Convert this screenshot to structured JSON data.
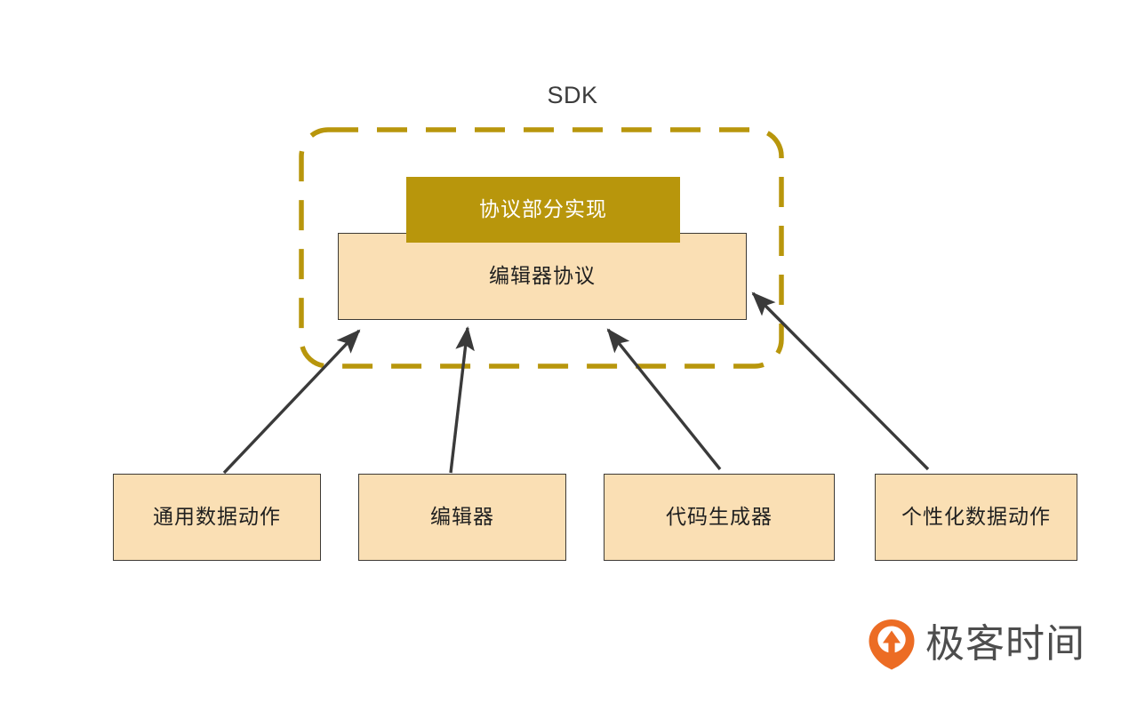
{
  "diagram": {
    "title": "SDK",
    "type": "architecture-block-diagram",
    "background_color": "#ffffff",
    "container": {
      "name": "SDK boundary",
      "style": "dashed rounded rectangle",
      "stroke_color": "#b8960c"
    },
    "nodes": {
      "protocol_impl": {
        "label": "协议部分实现",
        "fill": "#b8960c",
        "text_color": "#ffffff"
      },
      "editor_protocol": {
        "label": "编辑器协议",
        "fill": "#fadfb4",
        "text_color": "#1f1f1f",
        "border_color": "#3d3a35"
      },
      "bottom_row": [
        {
          "label": "通用数据动作",
          "fill": "#fadfb4",
          "border_color": "#3d3a35"
        },
        {
          "label": "编辑器",
          "fill": "#fadfb4",
          "border_color": "#3d3a35"
        },
        {
          "label": "代码生成器",
          "fill": "#fadfb4",
          "border_color": "#3d3a35"
        },
        {
          "label": "个性化数据动作",
          "fill": "#fadfb4",
          "border_color": "#3d3a35"
        }
      ]
    },
    "arrows": [
      {
        "from": "通用数据动作",
        "to": "编辑器协议",
        "direction": "up-right",
        "color": "#3a3a3a"
      },
      {
        "from": "编辑器",
        "to": "编辑器协议",
        "direction": "up",
        "color": "#3a3a3a"
      },
      {
        "from": "代码生成器",
        "to": "编辑器协议",
        "direction": "up-left",
        "color": "#3a3a3a"
      },
      {
        "from": "个性化数据动作",
        "to": "编辑器协议",
        "direction": "up-left",
        "color": "#3a3a3a"
      }
    ]
  },
  "branding": {
    "logo_text": "极客时间",
    "logo_mark_color": "#ec6c24",
    "logo_text_color": "#4d4d4d"
  }
}
